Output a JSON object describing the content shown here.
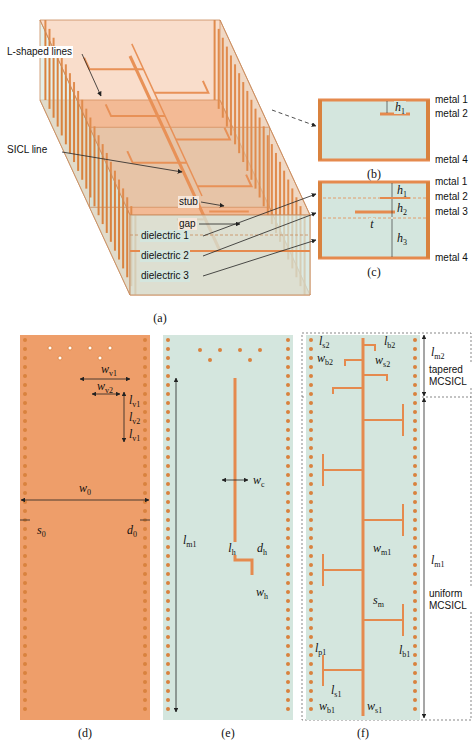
{
  "diagram": {
    "labels": [
      "L-shaped lines",
      "SICL line",
      "stub",
      "gap",
      "dielectric 1",
      "dielectric 2",
      "dielectric 3",
      "(a)",
      "h1",
      "metal 1",
      "metal 2",
      "metal 4",
      "(b)",
      "h1",
      "h2",
      "h3",
      "t",
      "mctal 1",
      "metal 2",
      "metal 3",
      "metal 4",
      "(c)",
      "wv1",
      "wv2",
      "lv1",
      "lv2",
      "lv1",
      "w0",
      "s0",
      "d0",
      "(d)",
      "wc",
      "lh",
      "dh",
      "wh",
      "lm1",
      "(e)",
      "ls2",
      "lb2",
      "wb2",
      "ws2",
      "lm2",
      "tapered MCSICL",
      "wm1",
      "sm",
      "lp1",
      "lb1",
      "ls1",
      "wb1",
      "ws1",
      "lm1",
      "uniform MCSICL",
      "(f)"
    ]
  }
}
